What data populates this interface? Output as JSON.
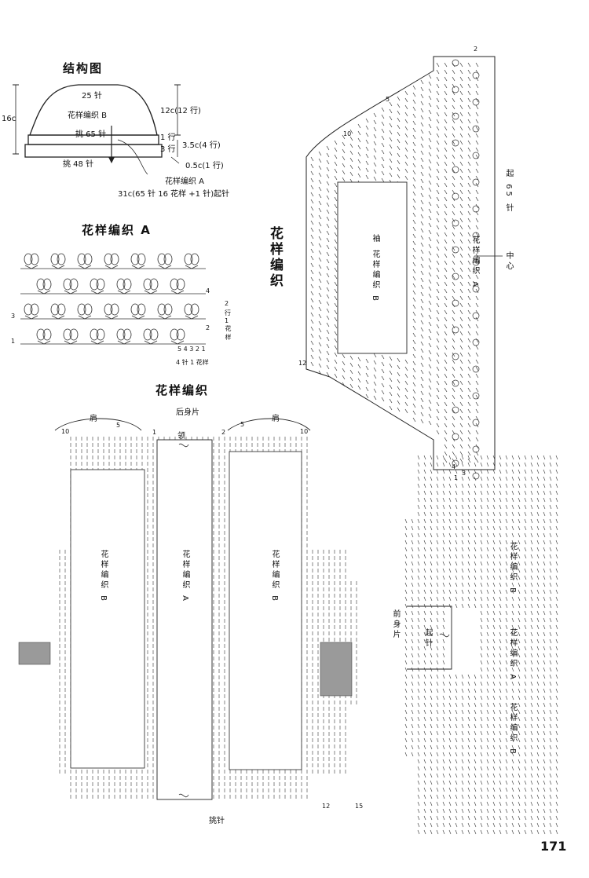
{
  "structure": {
    "title": "结构图",
    "top_st": "25 针",
    "patB": "花样编织 B",
    "pick65": "挑 65 针",
    "pick48": "挑 48 针",
    "height": "16c",
    "rows12": "12c(12 行)",
    "row1": "1 行",
    "row3": "3 行",
    "c35": "3.5c(4 行)",
    "c05": "0.5c(1 行)",
    "patA": "花样编织 A",
    "caston": "31c(65 针 16 花样 +1 针)起针"
  },
  "patA_chart": {
    "title": "花样编织 A",
    "row2": "2",
    "row_unit": "行",
    "row1": "1",
    "pattern_v": "花样",
    "stitch_nums": "5 4 3 2 1",
    "repeat": "4 针 1 花样",
    "r1": "1",
    "r2": "2",
    "r3": "3",
    "r4": "4"
  },
  "sleeve_chart": {
    "title": "花样编织",
    "sleeve": "袖",
    "patB": "花样编织 B",
    "patA": "花样编织 A",
    "caston": "起 65 针",
    "center": "中心",
    "n5": "5",
    "n10": "10",
    "n12": "12",
    "n1": "1",
    "n2": "2",
    "n3": "3",
    "n4": "4"
  },
  "back_chart": {
    "title": "花样编织",
    "subtitle": "后身片",
    "shoulder": "肩",
    "neck": "领",
    "patB": "花样编织 B",
    "patA": "花样编织 A",
    "pick": "挑针",
    "n10": "10",
    "n5": "5",
    "n1": "1",
    "n2": "2",
    "n12": "12",
    "n15": "15"
  },
  "front_chart": {
    "label": "前身片",
    "caston": "起针",
    "patB": "花样编织 B",
    "patA": "花样编织 A"
  },
  "page": {
    "number": "171"
  }
}
